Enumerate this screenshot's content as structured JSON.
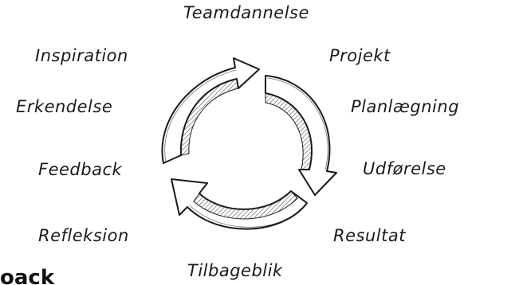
{
  "diagram": {
    "stages": [
      "Teamdannelse",
      "Projekt",
      "Planlægning",
      "Udførelse",
      "Resultat",
      "Tilbageblik",
      "Refleksion",
      "Feedback",
      "Erkendelse",
      "Inspiration"
    ],
    "cycle_arrow_count": 3,
    "edge_fragment": "oack"
  },
  "colors": {
    "ink": "#1a1a1a",
    "background": "#ffffff",
    "hatch": "#555555"
  }
}
